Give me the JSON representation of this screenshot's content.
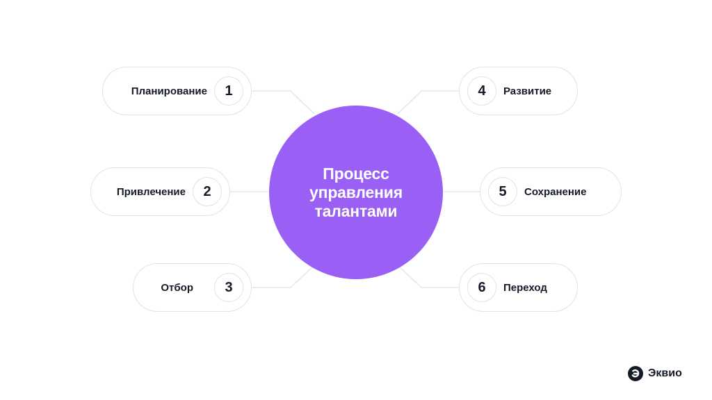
{
  "diagram": {
    "center_label": "Процесс управления талантами",
    "colors": {
      "center_fill": "#9a60f5",
      "border": "#dde3ea",
      "text": "#151a27",
      "connector": "#dde3ea"
    },
    "steps": [
      {
        "number": "1",
        "label": "Планирование"
      },
      {
        "number": "2",
        "label": "Привлечение"
      },
      {
        "number": "3",
        "label": "Отбор"
      },
      {
        "number": "4",
        "label": "Развитие"
      },
      {
        "number": "5",
        "label": "Сохранение"
      },
      {
        "number": "6",
        "label": "Переход"
      }
    ]
  },
  "brand": {
    "name": "Эквио",
    "icon": "ekvio-logo-icon"
  }
}
